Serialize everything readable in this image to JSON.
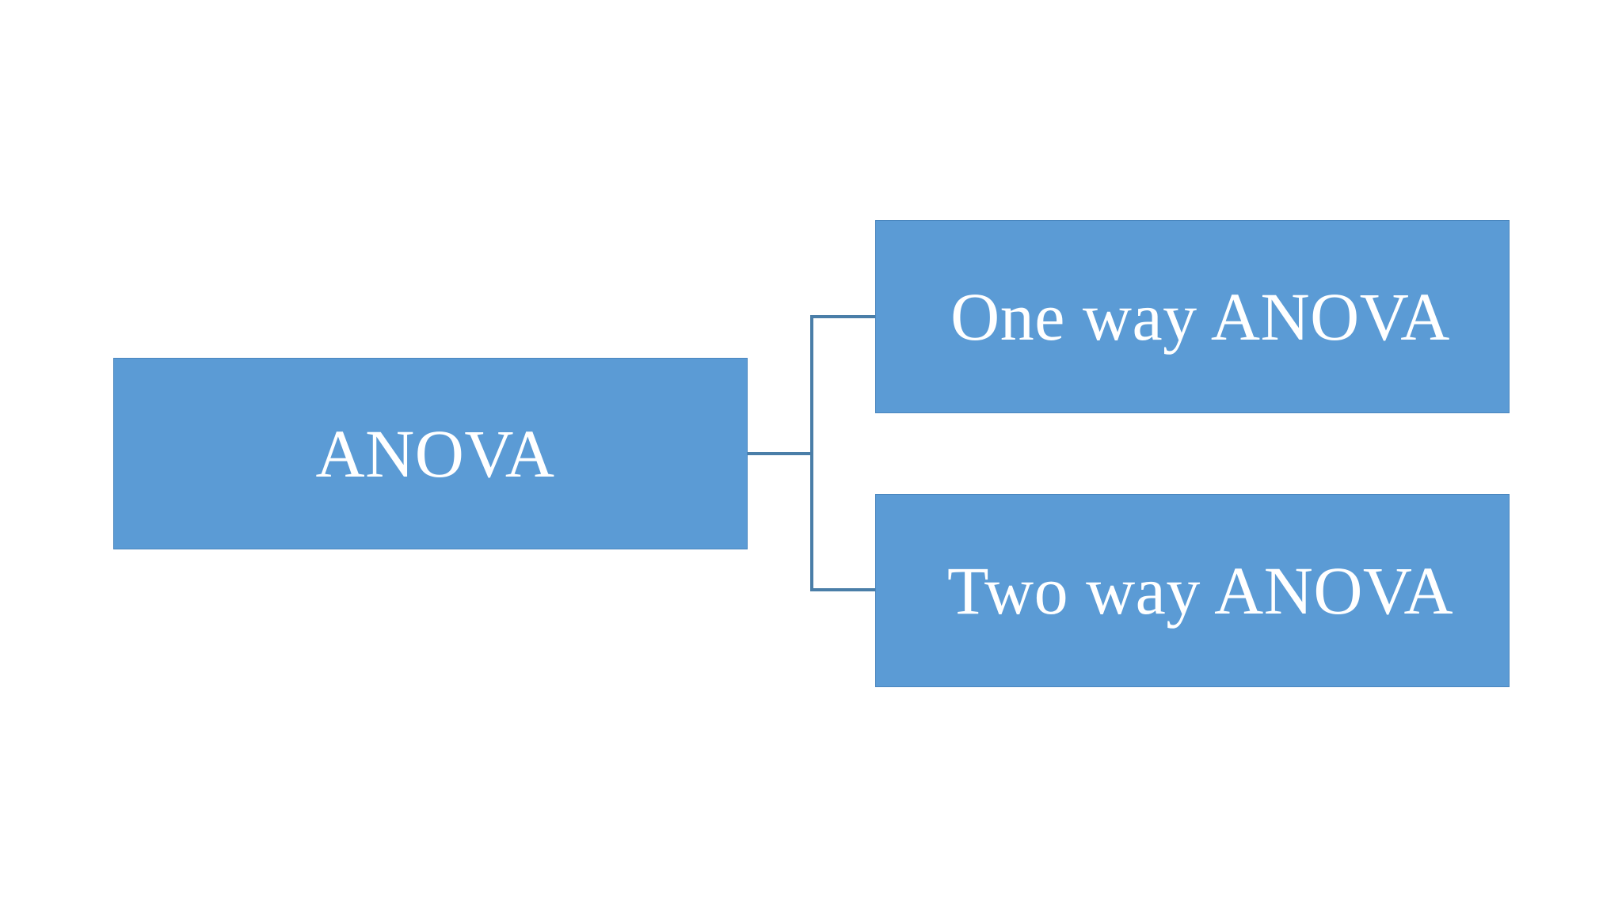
{
  "diagram": {
    "type": "hierarchy",
    "title": "ANOVA",
    "background_color": "#FFFFFF",
    "node_fill_color": "#5B9BD5",
    "node_border_color": "#4A86BE",
    "node_text_color": "#FFFFFF",
    "connector_color": "#4A7EA8",
    "root": {
      "label": "ANOVA"
    },
    "children": [
      {
        "label": "One way ANOVA"
      },
      {
        "label": "Two way ANOVA"
      }
    ]
  }
}
